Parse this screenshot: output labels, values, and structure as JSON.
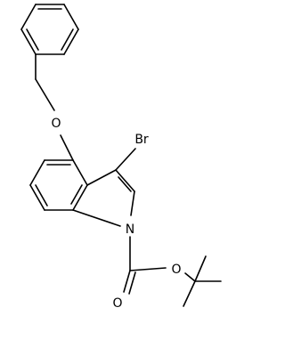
{
  "molecule": {
    "atoms": {
      "oxygen_ether": "O",
      "bromine": "Br",
      "nitrogen": "N",
      "oxygen_carbonyl": "O",
      "oxygen_ester": "O"
    }
  }
}
